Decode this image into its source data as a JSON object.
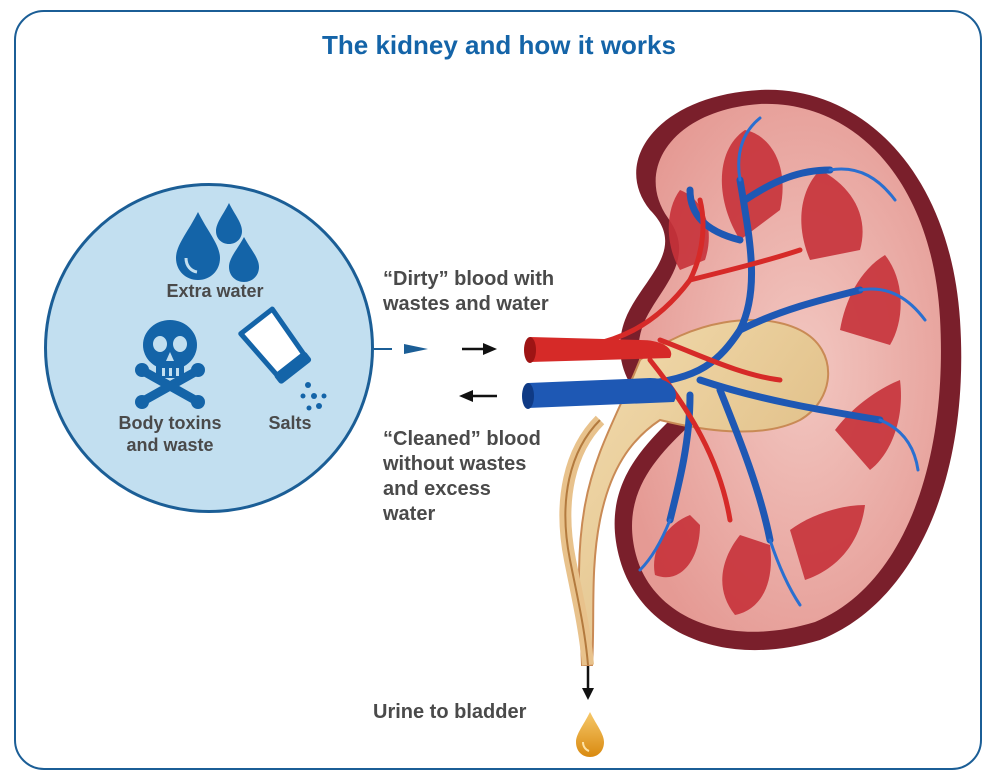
{
  "title": "The kidney and how it works",
  "circle": {
    "extra_water": "Extra water",
    "body_toxins_line1": "Body toxins",
    "body_toxins_line2": "and waste",
    "salts": "Salts"
  },
  "labels": {
    "dirty_line1": "“Dirty” blood with",
    "dirty_line2": "wastes and water",
    "cleaned_line1": "“Cleaned” blood",
    "cleaned_line2": "without wastes",
    "cleaned_line3": "and excess",
    "cleaned_line4": "water",
    "urine": "Urine to bladder"
  },
  "colors": {
    "frame": "#1b5e96",
    "title": "#1464a8",
    "circle_fill": "#c2dff0",
    "icon": "#1464a8",
    "artery": "#d62a28",
    "vein": "#1e58b4",
    "kidney_outer": "#7a1f2b",
    "urine": "#e0a020"
  },
  "icons": [
    "water-drops-icon",
    "skull-crossbones-icon",
    "salt-shaker-icon",
    "urine-drop-icon"
  ]
}
